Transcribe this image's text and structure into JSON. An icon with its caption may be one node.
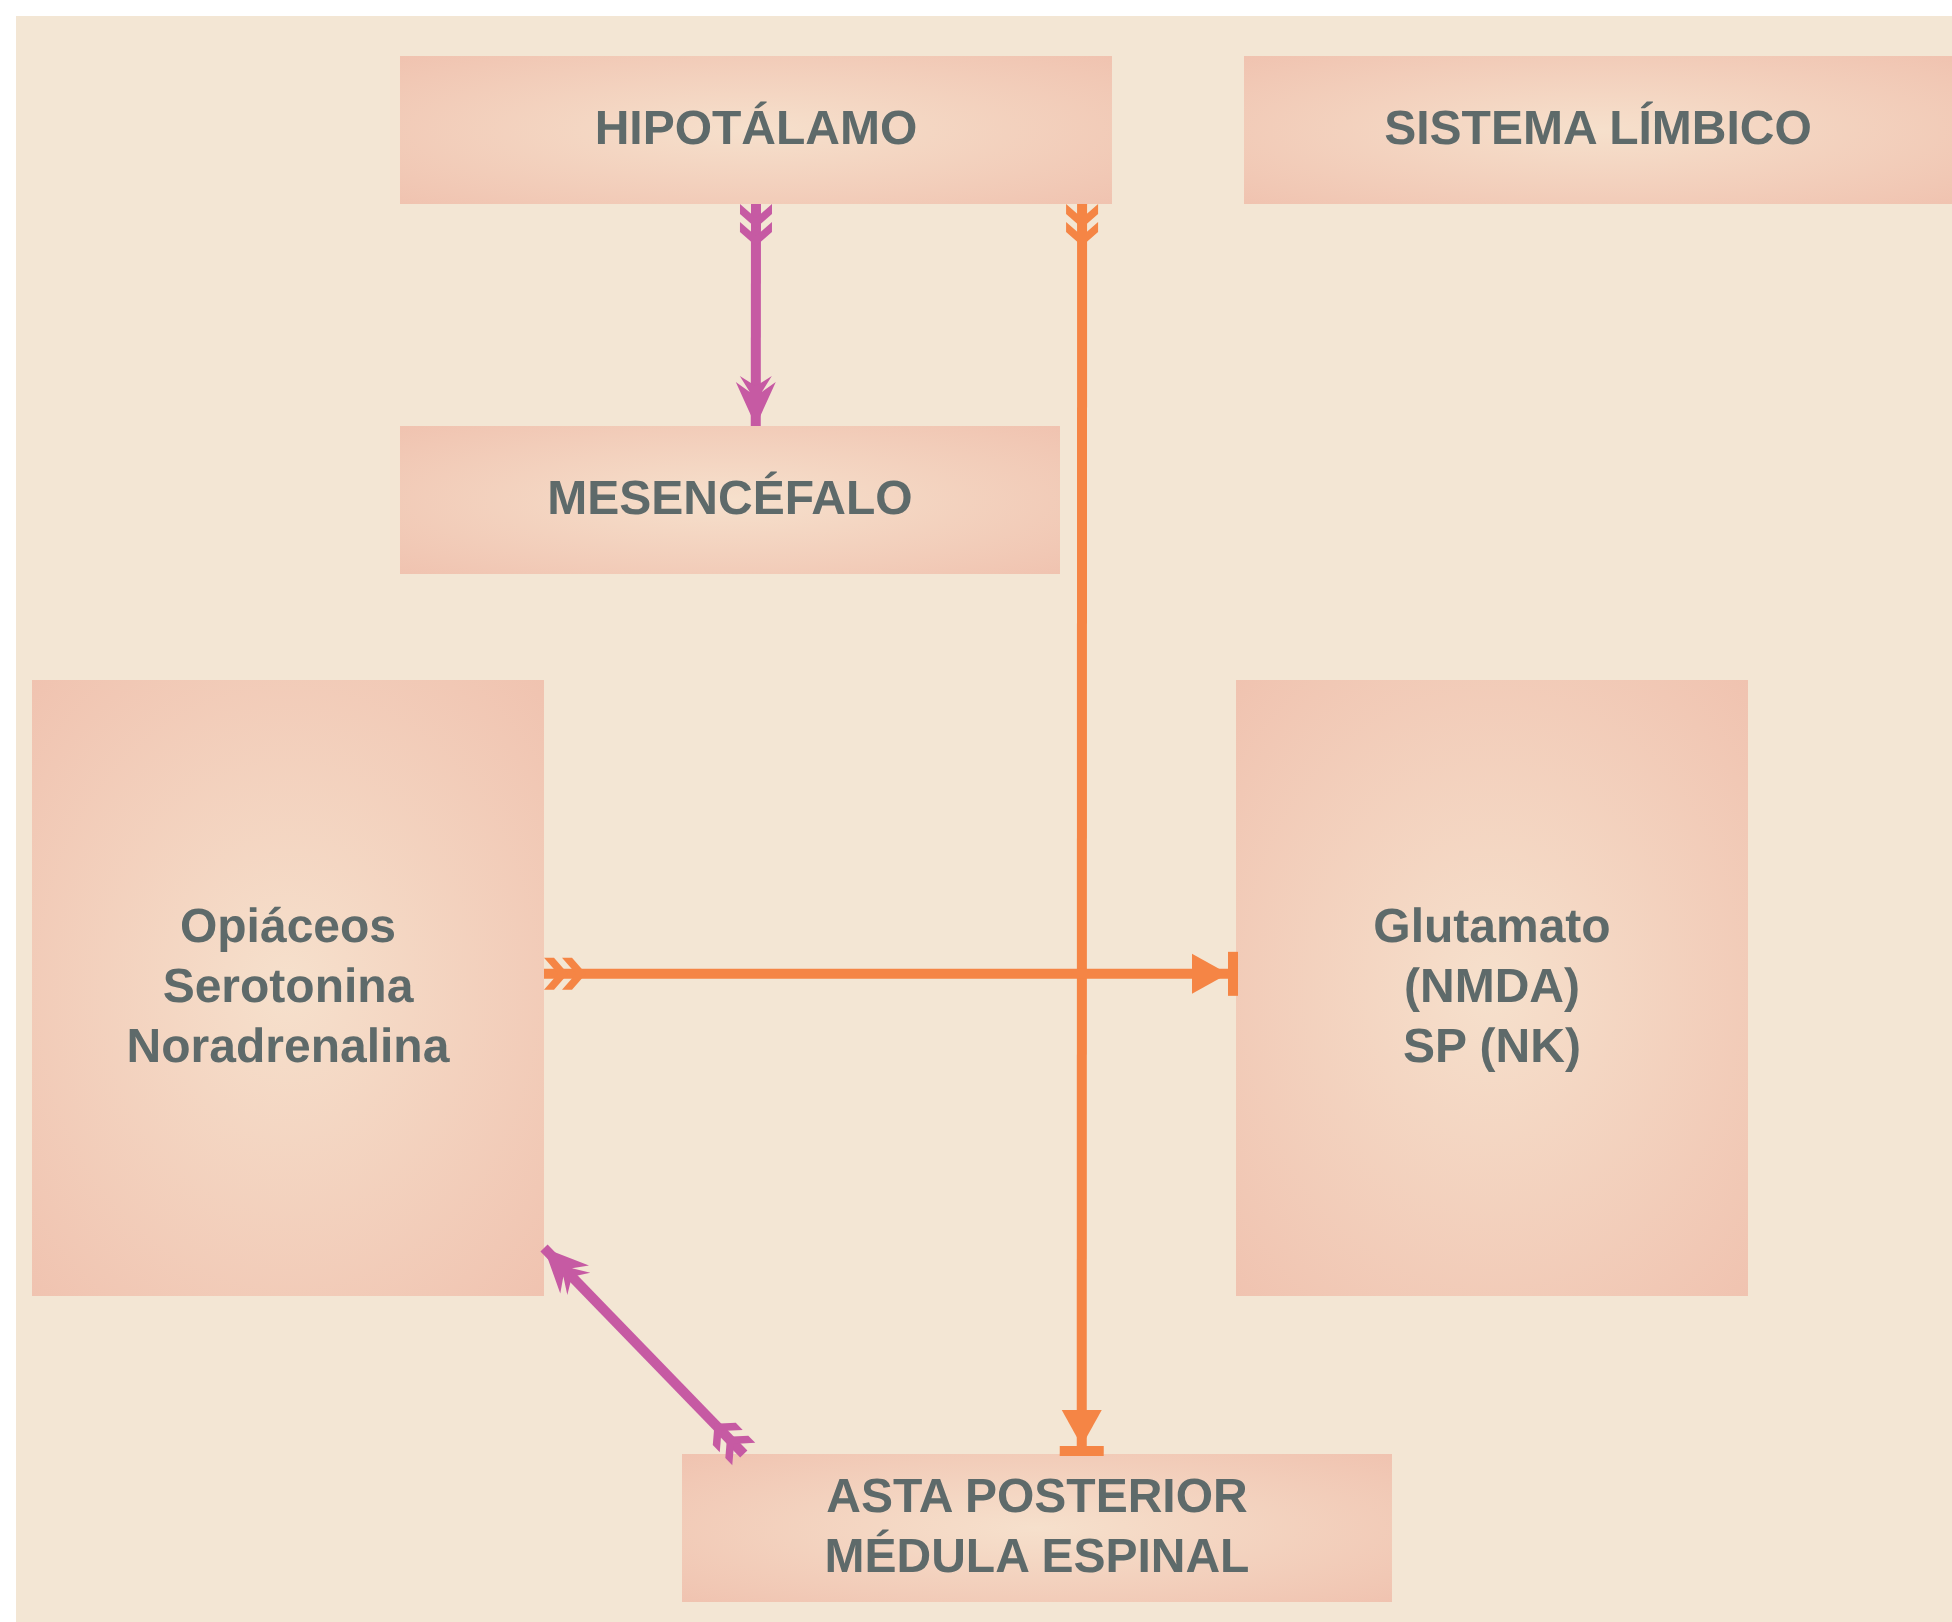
{
  "diagram": {
    "nodes": [
      {
        "text": [
          "HIPOTÁLAMO"
        ]
      },
      {
        "text": [
          "SISTEMA LÍMBICO"
        ]
      },
      {
        "text": [
          "MESENCÉFALO"
        ]
      },
      {
        "text": [
          "Opiáceos",
          "Serotonina",
          "Noradrenalina"
        ]
      },
      {
        "text": [
          "Glutamato",
          "(NMDA)",
          "SP (NK)"
        ]
      },
      {
        "text": [
          "ASTA POSTERIOR",
          "MÉDULA ESPINAL"
        ]
      }
    ],
    "edges": [
      {
        "from": 0,
        "to": 2,
        "arrow": "to",
        "color": "#c65aa3"
      },
      {
        "from": 0,
        "to": 5,
        "arrow": "to",
        "color": "#f58545"
      },
      {
        "from": 3,
        "to": 4,
        "arrow": "to",
        "color": "#f58545"
      },
      {
        "from": 5,
        "to": 3,
        "arrow": "to",
        "color": "#c65aa3"
      }
    ]
  }
}
